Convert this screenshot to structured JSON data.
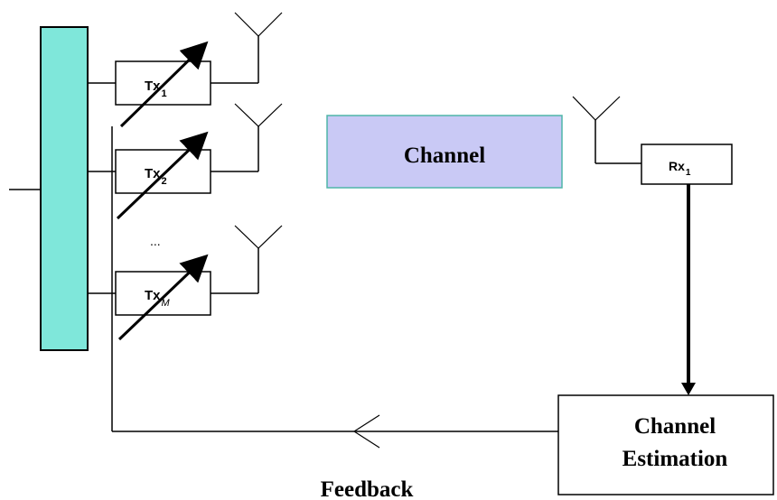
{
  "transmitters": [
    {
      "main": "Tx",
      "sub": "1"
    },
    {
      "main": "Tx",
      "sub": "2"
    },
    {
      "main": "Tx",
      "sub": "M"
    }
  ],
  "ellipsis": "...",
  "channel_label": "Channel",
  "receiver": {
    "main": "Rx",
    "sub": "1"
  },
  "estimation_line1": "Channel",
  "estimation_line2": "Estimation",
  "feedback_label": "Feedback",
  "colors": {
    "bar_fill": "#7fe7da",
    "channel_fill": "#c9c9f5",
    "channel_border": "#4fb5a8",
    "line": "#000000"
  }
}
